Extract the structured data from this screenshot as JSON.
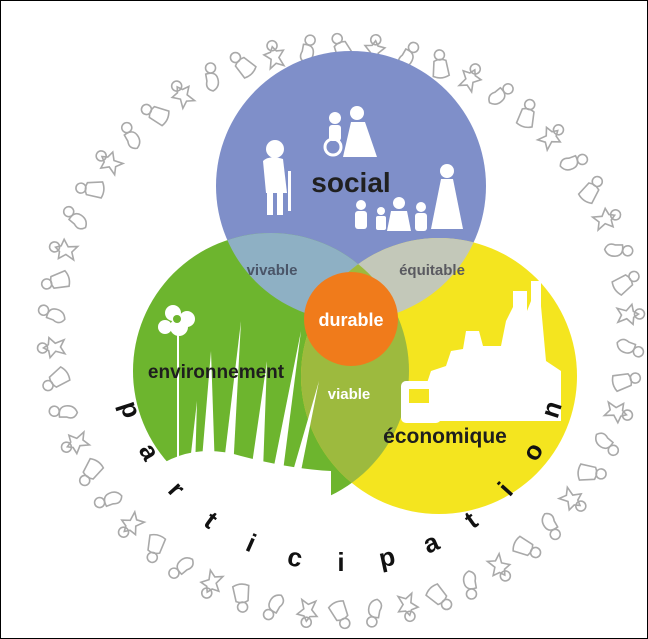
{
  "labels": {
    "social": "social",
    "environnement": "environnement",
    "economique": "économique",
    "vivable": "vivable",
    "equitable": "équitable",
    "viable": "viable",
    "durable": "durable"
  },
  "participation_letters": [
    "p",
    "a",
    "r",
    "t",
    "i",
    "c",
    "i",
    "p",
    "a",
    "t",
    "i",
    "o",
    "n"
  ],
  "colors": {
    "social": "#7f8fc9",
    "environnement": "#6db52e",
    "economique": "#f4e51f",
    "vivable": "#8eb0c4",
    "equitable": "#c3c8b9",
    "viable": "#9dba3e",
    "durable": "#f07b1b",
    "figures_outline": "#a9a9a9",
    "label_dark": "#202020"
  },
  "icons": [
    "people-figures-icon",
    "flower-grass-icon",
    "city-wallet-icon",
    "people-ring-icon"
  ]
}
